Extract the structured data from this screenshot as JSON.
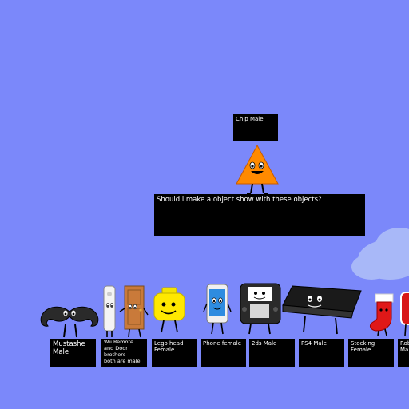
{
  "question": "Should i make a object show with these objects?",
  "host": {
    "label": "Chip Male"
  },
  "characters": [
    {
      "label": "Mustashe\nMale"
    },
    {
      "label": "Wii Remote\nand Door\nbrothers\nboth are male"
    },
    {
      "label": "Lego head\nFemale"
    },
    {
      "label": "Phone female"
    },
    {
      "label": "2ds Male"
    },
    {
      "label": "PS4 Male"
    },
    {
      "label": "Stocking\nFemale"
    },
    {
      "label": "Rob\nMal"
    }
  ]
}
